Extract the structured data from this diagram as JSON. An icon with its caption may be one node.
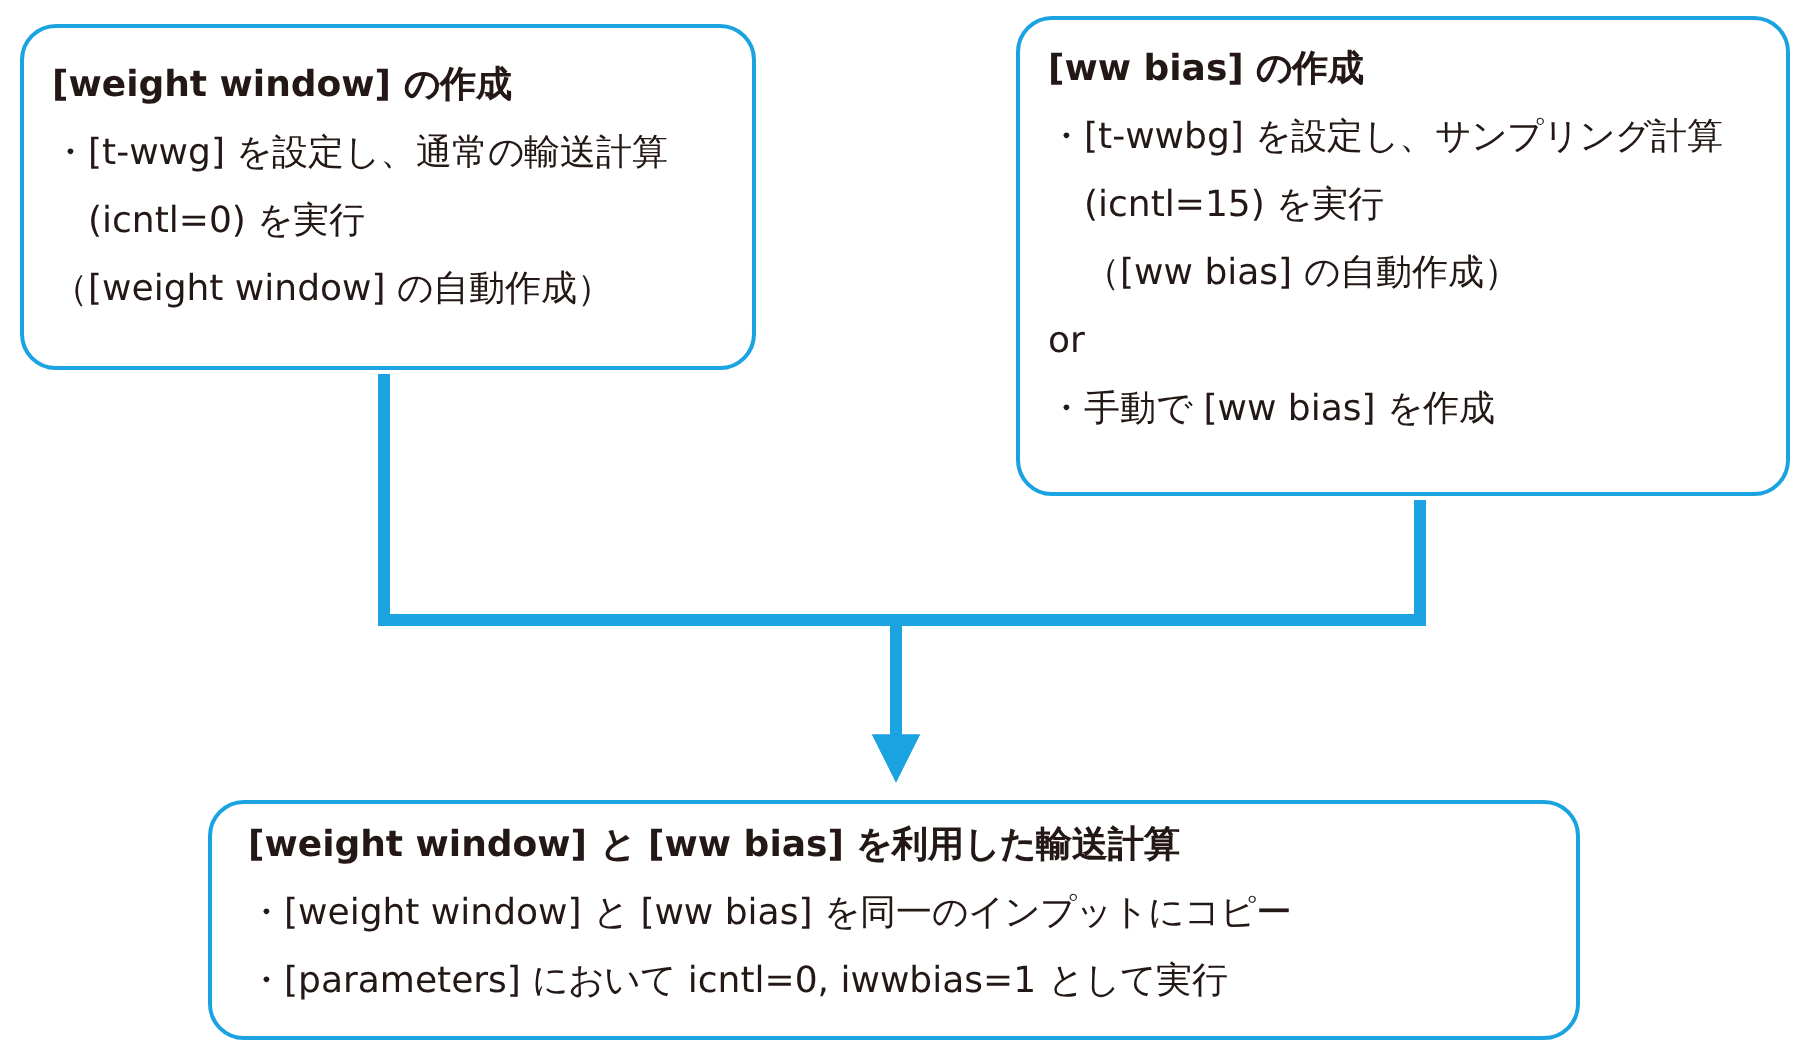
{
  "diagram": {
    "nodes": [
      {
        "text": [
          "[weight window] の作成",
          "・[t-wwg] を設定し、通常の輸送計算 (icntl=0) を実行",
          "（[weight window] の自動作成）"
        ]
      },
      {
        "text": [
          "[ww bias] の作成",
          "・[t-wwbg] を設定し、サンプリング計算 (icntl=15) を実行",
          "（[ww bias] の自動作成）",
          "or",
          "・手動で [ww bias] を作成"
        ]
      },
      {
        "text": [
          "[weight window] と [ww bias] を利用した輸送計算",
          "・[weight window] と [ww bias] を同一のインプットにコピー",
          "・[parameters] において icntl=0, iwwbias=1 として実行"
        ]
      }
    ],
    "edges": [
      {
        "from": 0,
        "to": 2,
        "arrow": "to"
      },
      {
        "from": 1,
        "to": 2,
        "arrow": "to"
      }
    ]
  }
}
